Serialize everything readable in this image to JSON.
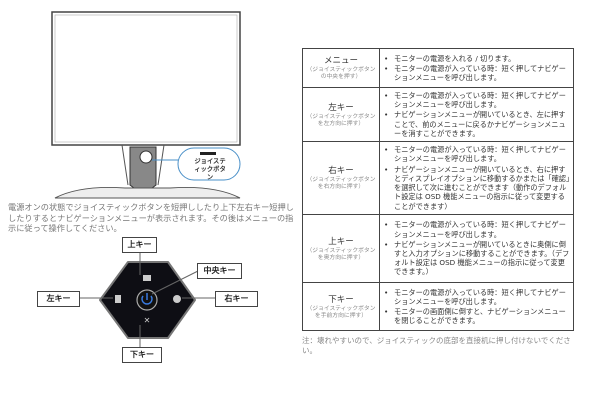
{
  "bubble_label": "ジョイスティックボタン",
  "intro": "電源オンの状態でジョイスティックボタンを短押ししたり上下左右キー短押ししたりするとナビゲーションメニューが表示されます。その後はメニューの指示に従って操作してください。",
  "diagram": {
    "up": "上キー",
    "center": "中央キー",
    "left": "左キー",
    "right": "右キー",
    "down": "下キー"
  },
  "rows": [
    {
      "key": "メニュー",
      "sub": "（ジョイスティックボタンの中央を押す）",
      "items": [
        "モニターの電源を入れる / 切ります。",
        "モニターの電源が入っている時：短く押してナビゲーションメニューを呼び出します。"
      ]
    },
    {
      "key": "左キー",
      "sub": "（ジョイスティックボタンを左方向に押す）",
      "items": [
        "モニターの電源が入っている時：短く押してナビゲーションメニューを呼び出します。",
        "ナビゲーションメニューが開いているとき、左に押すことで、前のメニューに戻るかナビゲーションメニューを消すことができます。"
      ]
    },
    {
      "key": "右キー",
      "sub": "（ジョイスティックボタンを右方向に押す）",
      "items": [
        "モニターの電源が入っている時：短く押してナビゲーションメニューを呼び出します。",
        "ナビゲーションメニューが開いているとき、右に押すとディスプレイオプションに移動するかまたは「確認」を選択して次に進むことができます（動作のデフォルト設定は OSD 機能メニューの指示に従って変更することができます）"
      ]
    },
    {
      "key": "上キー",
      "sub": "（ジョイスティックボタンを奥方向に押す）",
      "items": [
        "モニターの電源が入っている時：短く押してナビゲーションメニューを呼び出します。",
        "ナビゲーションメニューが開いているときに奥側に倒すと入力オプションに移動することができます。（デフォルト設定は OSD 機能メニューの指示に従って変更できます。）"
      ]
    },
    {
      "key": "下キー",
      "sub": "（ジョイスティックボタンを手前方向に押す）",
      "items": [
        "モニターの電源が入っている時：短く押してナビゲーションメニューを呼び出します。",
        "モニターの画面側に倒すと、ナビゲーションメニューを閉じることができます。"
      ]
    }
  ],
  "note": "注：壊れやすいので、ジョイスティックの底部を直接机に押し付けないでください。"
}
